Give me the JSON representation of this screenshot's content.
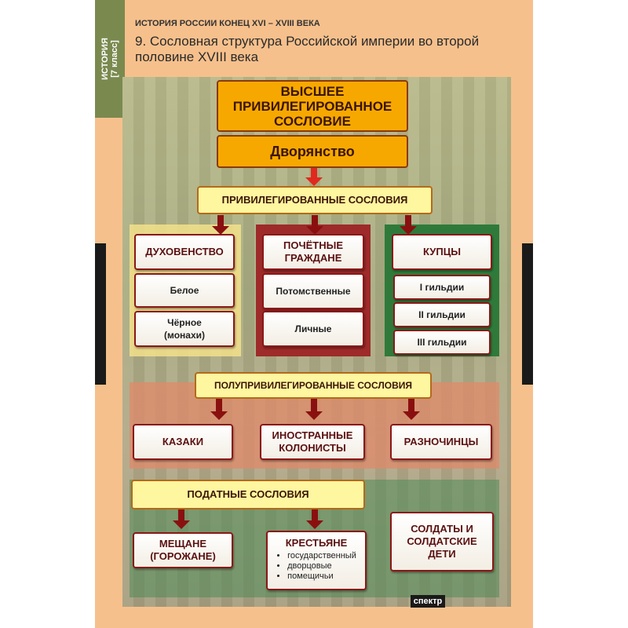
{
  "side_tab": {
    "line1": "ИСТОРИЯ",
    "line2": "[7 класс]"
  },
  "header": {
    "series": "ИСТОРИЯ РОССИИ КОНЕЦ XVI – XVIII ВЕКА",
    "title": "9. Сословная структура Российской империи во второй половине XVIII века"
  },
  "top": {
    "highest": "ВЫСШЕЕ ПРИВИЛЕГИРОВАННОЕ СОСЛОВИЕ",
    "nobility": "Дворянство"
  },
  "privileged": {
    "label": "ПРИВИЛЕГИРОВАННЫЕ СОСЛОВИЯ",
    "clergy": {
      "title": "ДУХОВЕНСТВО",
      "items": [
        "Белое",
        "Чёрное (монахи)"
      ]
    },
    "honorary": {
      "title": "ПОЧЁТНЫЕ ГРАЖДАНЕ",
      "items": [
        "Потомственные",
        "Личные"
      ]
    },
    "merchants": {
      "title": "КУПЦЫ",
      "items": [
        "I гильдии",
        "II гильдии",
        "III гильдии"
      ]
    }
  },
  "semi": {
    "label": "ПОЛУПРИВИЛЕГИРОВАННЫЕ СОСЛОВИЯ",
    "items": [
      "КАЗАКИ",
      "ИНОСТРАННЫЕ КОЛОНИСТЫ",
      "РАЗНОЧИНЦЫ"
    ]
  },
  "taxed": {
    "label": "ПОДАТНЫЕ СОСЛОВИЯ",
    "townspeople": "МЕЩАНЕ (ГОРОЖАНЕ)",
    "peasants": {
      "title": "КРЕСТЬЯНЕ",
      "items": [
        "государственный",
        "дворцовые",
        "помещичьи"
      ]
    },
    "soldiers": "СОЛДАТЫ И СОЛДАТСКИЕ ДЕТИ"
  },
  "footer": {
    "logo": "спектр"
  },
  "colors": {
    "poster_bg": "#f6c08c",
    "accent_orange": "#f7a800",
    "arrow": "#8a1010",
    "zone_yellow": "#f3e08a",
    "zone_red": "#9e2a2a",
    "zone_green": "#2f7a3a",
    "zone_salmon": "#e08a6a"
  }
}
